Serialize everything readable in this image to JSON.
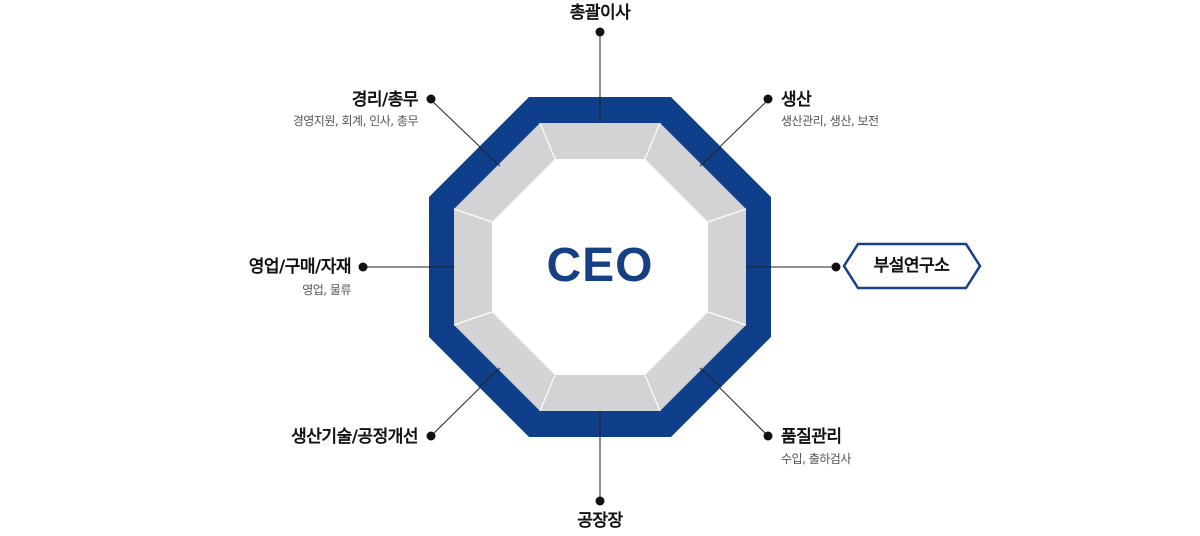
{
  "center": {
    "label": "CEO"
  },
  "colors": {
    "outer_ring": "#0f3f8a",
    "inner_ring": "#d3d3d5",
    "center_fill": "#ffffff",
    "line": "#222222"
  },
  "nodes": {
    "top": {
      "title": "총괄이사"
    },
    "top_left": {
      "title": "경리/총무",
      "subtitle": "경영지원, 회계, 인사, 총무"
    },
    "top_right": {
      "title": "생산",
      "subtitle": "생산관리, 생산, 보전"
    },
    "left": {
      "title": "영업/구매/자재",
      "subtitle": "영업, 물류"
    },
    "right": {
      "title": "부설연구소"
    },
    "bottom_left": {
      "title": "생산기술/공정개선"
    },
    "bottom_right": {
      "title": "품질관리",
      "subtitle": "수입, 출하검사"
    },
    "bottom": {
      "title": "공장장"
    }
  }
}
